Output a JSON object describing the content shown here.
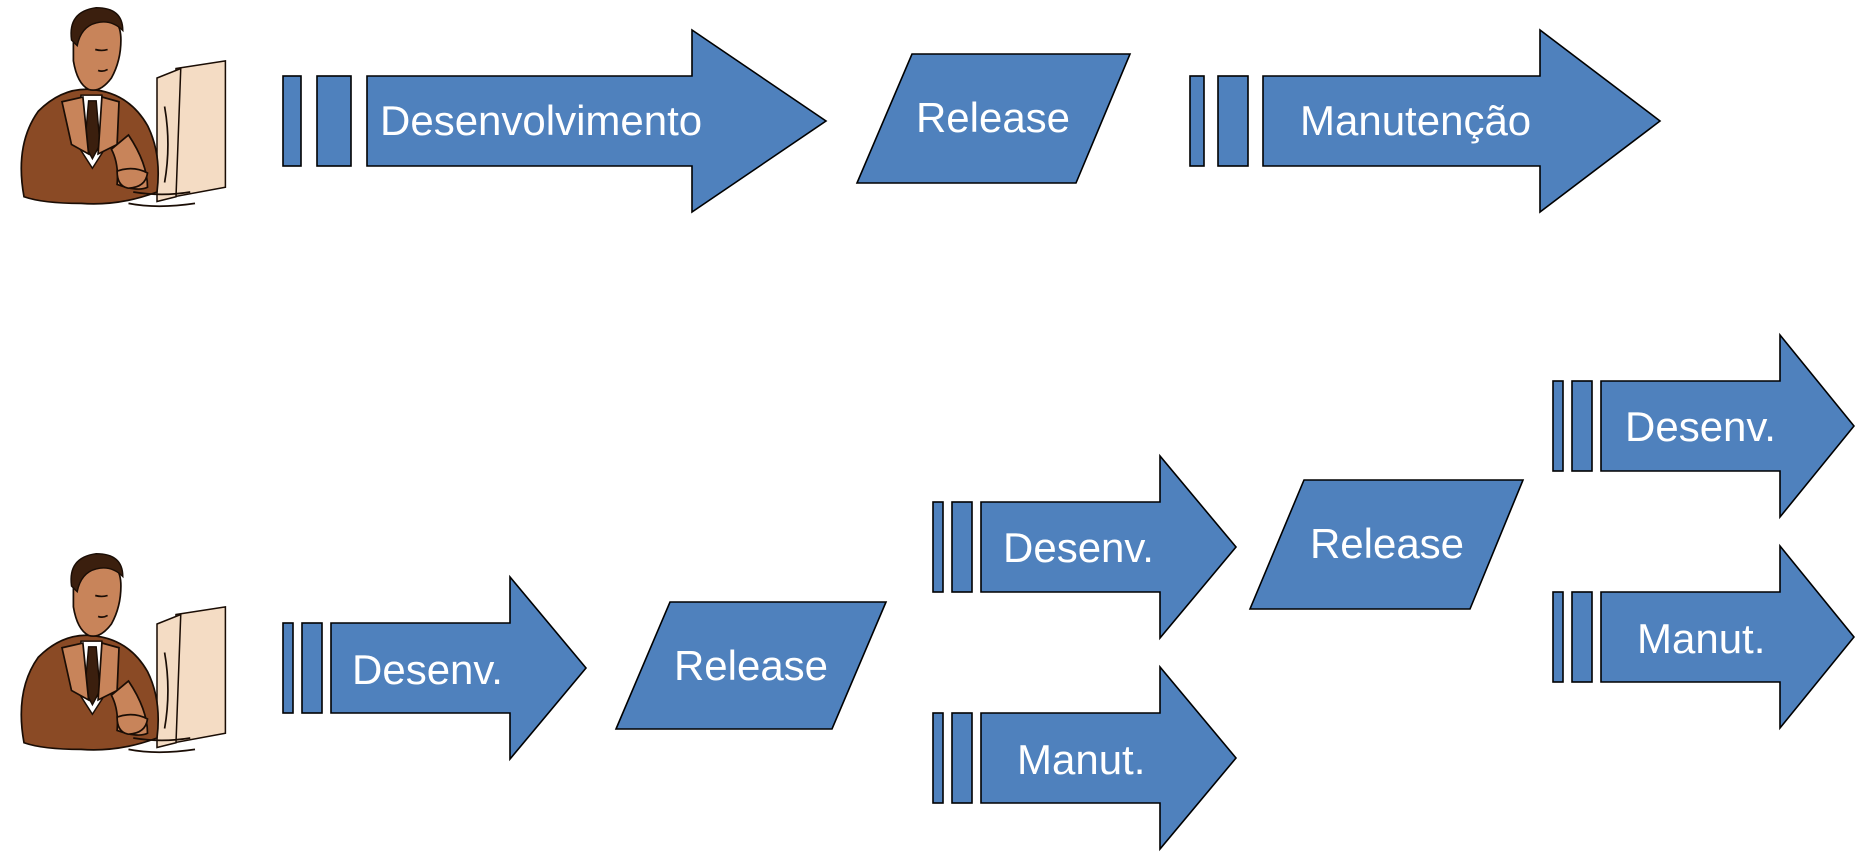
{
  "row1": {
    "arrow_dev": "Desenvolvimento",
    "release": "Release",
    "arrow_maint": "Manutenção"
  },
  "row2": {
    "arrow_dev": "Desenv.",
    "release_1": "Release",
    "branch_a_dev": "Desenv.",
    "branch_a_maint": "Manut.",
    "release_2": "Release",
    "branch_b_dev": "Desenv.",
    "branch_b_maint": "Manut."
  },
  "colors": {
    "shape_fill": "#4f81bd",
    "shape_stroke": "#000000",
    "label_text": "#ffffff"
  },
  "icons": [
    "developer-at-computer-clipart"
  ]
}
